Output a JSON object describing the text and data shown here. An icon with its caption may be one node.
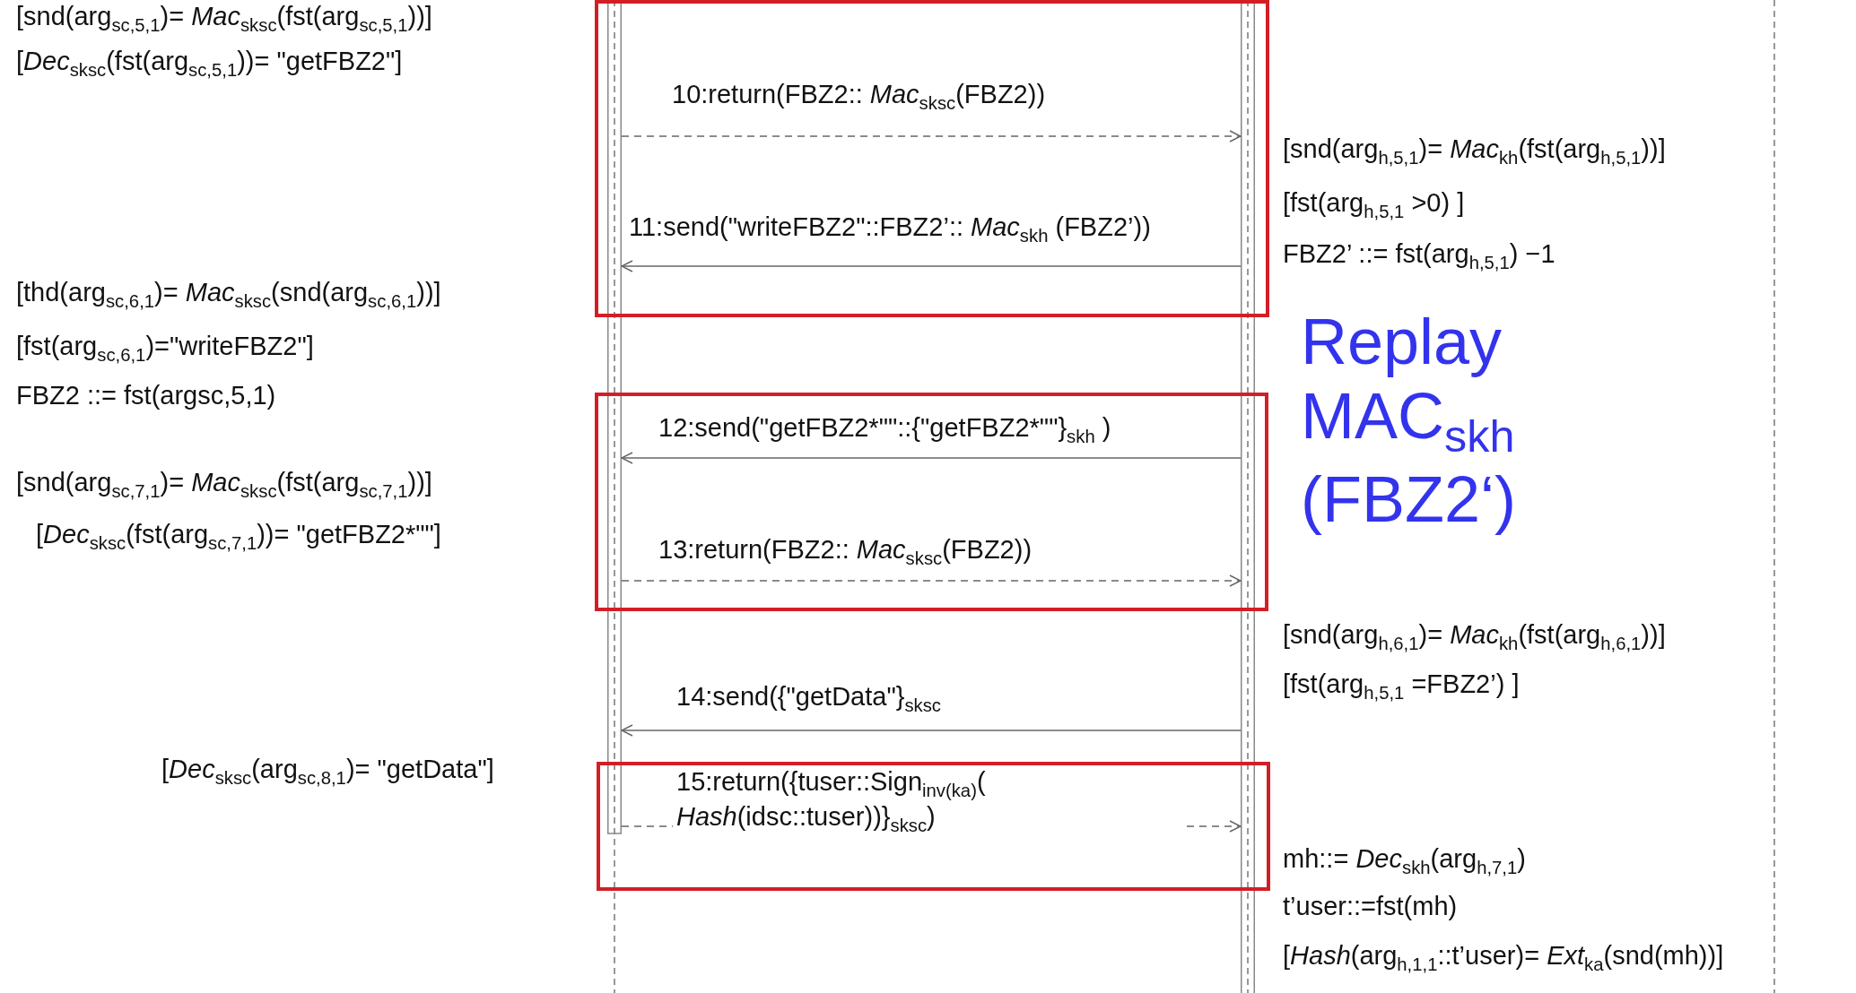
{
  "diagram": {
    "nodes": [
      {
        "text": [],
        "shape": "bar"
      },
      {
        "text": [],
        "shape": "bar"
      },
      {
        "text": [],
        "shape": "line"
      }
    ],
    "edges": [
      {
        "from": 0,
        "to": 1,
        "arrow": "to",
        "style": "dashed",
        "label": "10:return(FBZ2:: *Mac*$_{sksc}$(FBZ2))"
      },
      {
        "from": 1,
        "to": 0,
        "arrow": "to",
        "label": "11:send(\"writeFBZ2\"::FBZ2’:: *Mac*$_{skh}$ (FBZ2’))"
      },
      {
        "from": 1,
        "to": 0,
        "arrow": "to",
        "label": "12:send(\"getFBZ2*\"\"::{\"getFBZ2*\"\"}$_{skh}$ )"
      },
      {
        "from": 0,
        "to": 1,
        "arrow": "to",
        "style": "dashed",
        "label": "13:return(FBZ2:: *Mac*$_{sksc}$(FBZ2))"
      },
      {
        "from": 1,
        "to": 0,
        "arrow": "to",
        "label": "14:send({\"getData\"}$_{sksc}$"
      },
      {
        "from": 0,
        "to": 1,
        "arrow": "to",
        "style": "dashed",
        "label": "15:return({tuser::Sign$_{inv(ka)}$( *Hash*(idsc::tuser))}$_{sksc}$)"
      }
    ],
    "labels": [
      "[snd(arg$_{sc,5,1}$)= *Mac*$_{sksc}$(fst(arg$_{sc,5,1}$))]",
      "[*Dec*$_{sksc}$(fst(arg$_{sc,5,1}$))= \"getFBZ2\"]",
      "[snd(arg$_{h,5,1}$)= *Mac*$_{kh}$(fst(arg$_{h,5,1}$))]",
      "[fst(arg$_{h,5,1}$ >0) ]",
      "FBZ2’ ::= fst(arg$_{h,5,1}$) −1",
      "[thd(arg$_{sc,6,1}$)= *Mac*$_{sksc}$(snd(arg$_{sc,6,1}$))]",
      "[fst(arg$_{sc,6,1}$)=\"writeFBZ2\"]",
      "FBZ2 ::= fst(argsc,5,1)",
      "Replay MAC$_{skh}$ (FBZ2‘)",
      "[snd(arg$_{sc,7,1}$)= *Mac*$_{sksc}$(fst(arg$_{sc,7,1}$))]",
      "[*Dec*$_{sksc}$(fst(arg$_{sc,7,1}$))= \"getFBZ2*\"\"]",
      "[snd(arg$_{h,6,1}$)= *Mac*$_{kh}$(fst(arg$_{h,6,1}$))]",
      "[fst(arg$_{h,5,1}$ =FBZ2’) ]",
      "[*Dec*$_{sksc}$(arg$_{sc,8,1}$)= \"getData\"]",
      "mh::= *Dec*$_{skh}$(arg$_{h,7,1}$)",
      "t’user::=fst(mh)",
      "[*Hash*(arg$_{h,1,1}$::t’user)= *Ext*$_{ka}$(snd(mh))]"
    ]
  }
}
